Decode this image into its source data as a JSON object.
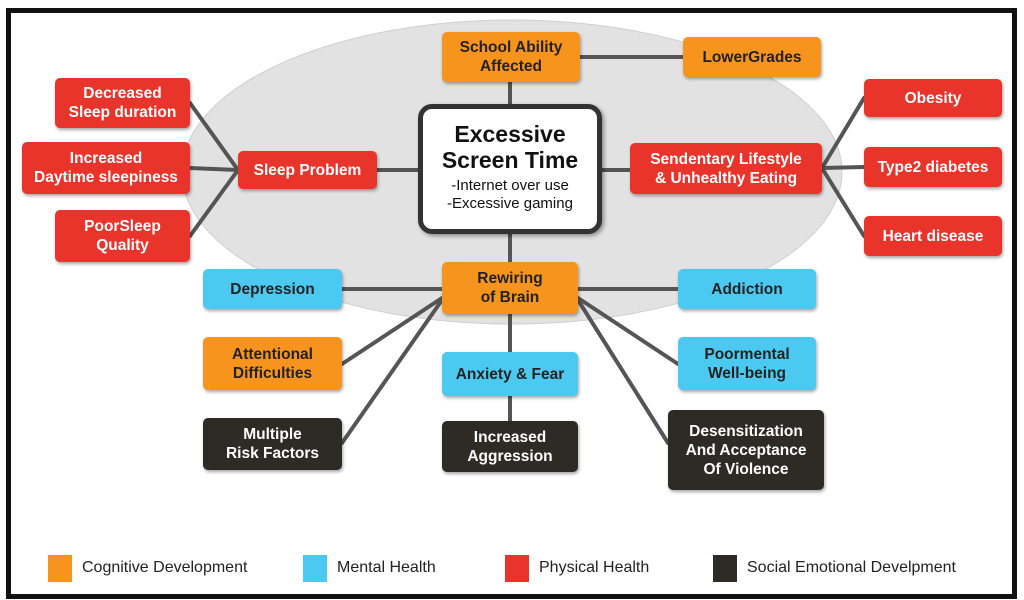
{
  "center": {
    "title": "Excessive\nScreen Time",
    "sub": "-Internet over use\n-Excessive gaming"
  },
  "nodes": {
    "school_ability": "School Ability\nAffected",
    "lower_grades": "LowerGrades",
    "sleep_problem": "Sleep Problem",
    "decreased_sleep": "Decreased\nSleep duration",
    "increased_sleepiness": "Increased\nDaytime sleepiness",
    "poor_sleep": "PoorSleep\nQuality",
    "sedentary": "Sendentary Lifestyle\n& Unhealthy Eating",
    "obesity": "Obesity",
    "diabetes": "Type2 diabetes",
    "heart_disease": "Heart disease",
    "rewiring": "Rewiring\nof Brain",
    "depression": "Depression",
    "addiction": "Addiction",
    "attentional": "Attentional\nDifficulties",
    "anxiety": "Anxiety & Fear",
    "poor_mental": "Poormental\nWell-being",
    "multiple_risk": "Multiple\nRisk Factors",
    "aggression": "Increased\nAggression",
    "desensitization": "Desensitization\nAnd Acceptance\nOf Violence"
  },
  "legend": [
    {
      "label": "Cognitive Development",
      "color": "#f7941d"
    },
    {
      "label": "Mental Health",
      "color": "#4cc9f0"
    },
    {
      "label": "Physical Health",
      "color": "#e8342a"
    },
    {
      "label": "Social Emotional  Develpment",
      "color": "#2e2b26"
    }
  ],
  "colors": {
    "ellipse": "#e2e2e2",
    "lines": "#555555"
  }
}
